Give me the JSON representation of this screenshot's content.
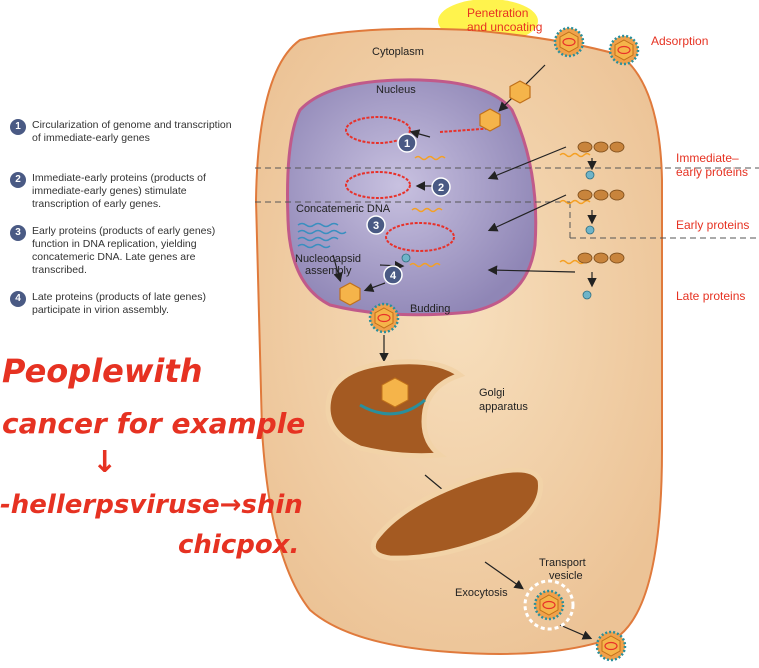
{
  "cell_labels": {
    "cytoplasm": "Cytoplasm",
    "nucleus": "Nucleus",
    "concatemeric_dna": "Concatemeric DNA",
    "nucleocapsid_line1": "Nucleocapsid",
    "nucleocapsid_line2": "assembly",
    "budding": "Budding",
    "golgi_line1": "Golgi",
    "golgi_line2": "apparatus",
    "transport_line1": "Transport",
    "transport_line2": "vesicle",
    "exocytosis": "Exocytosis"
  },
  "stage_labels": {
    "penetration_line1": "Penetration",
    "penetration_line2": "and uncoating",
    "adsorption": "Adsorption",
    "immediate_early_line1": "Immediate–",
    "immediate_early_line2": "early proteins",
    "early_proteins": "Early proteins",
    "late_proteins": "Late proteins"
  },
  "markers": [
    "1",
    "2",
    "3",
    "4"
  ],
  "steps": [
    {
      "num": "1",
      "text": "Circularization of genome and transcription of immediate-early genes"
    },
    {
      "num": "2",
      "text": "Immediate-early proteins (products of immediate-early genes) stimulate transcription of early genes."
    },
    {
      "num": "3",
      "text": "Early proteins (products of early genes) function in DNA replication, yielding concatemeric DNA. Late genes are transcribed."
    },
    {
      "num": "4",
      "text": "Late proteins (products of late genes) participate in virion assembly."
    }
  ],
  "handwritten_notes": [
    "Peoplewith",
    "cancer for example",
    "↓",
    "-hellerpsviruse→shin",
    "chicpox."
  ],
  "colors": {
    "cell_fill": "#f2d3a8",
    "cell_border": "#e07a3c",
    "nucleus_fill": "#a79fc6",
    "highlight": "#fff34d",
    "label_red": "#e63222",
    "dna_red": "#e8312a",
    "capsid_orange": "#f5a023",
    "ink_red": "#e63222"
  }
}
